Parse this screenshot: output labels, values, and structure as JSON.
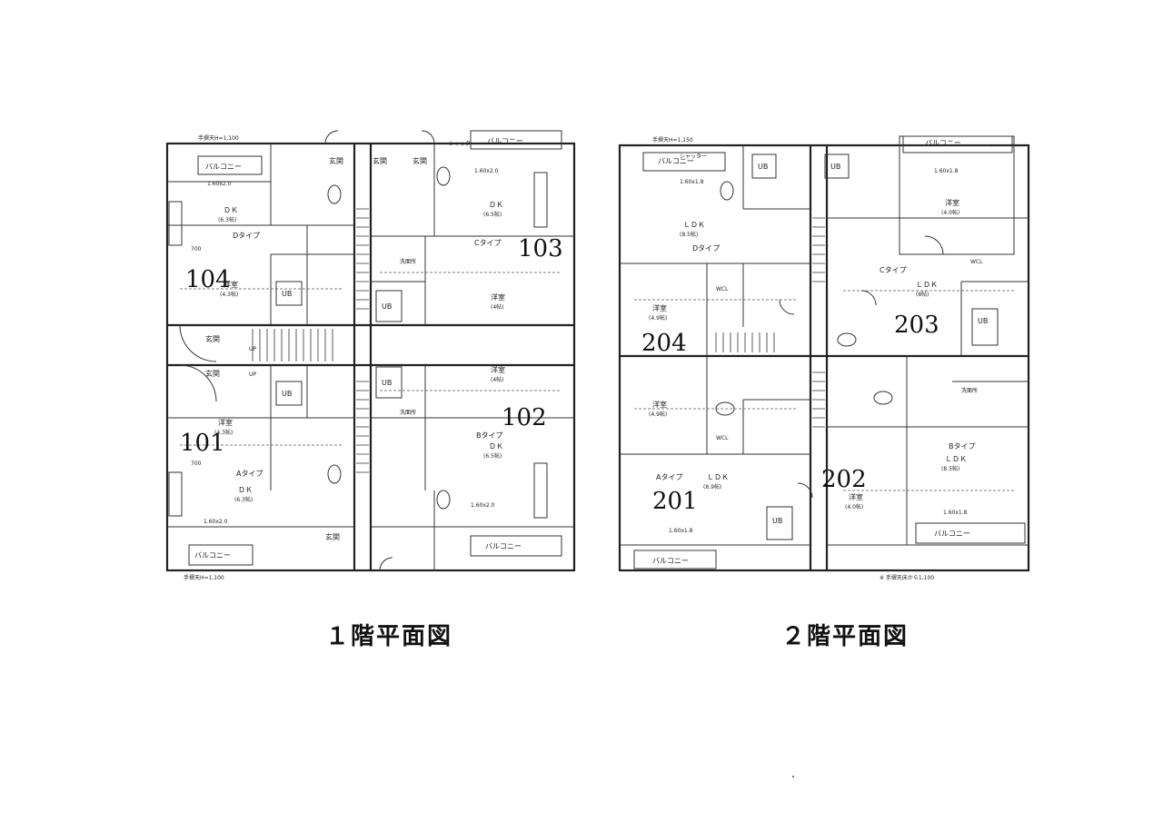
{
  "floor1": {
    "caption": "１階平面図",
    "units": [
      {
        "no": "104",
        "type": "Dタイプ"
      },
      {
        "no": "103",
        "type": "Cタイプ"
      },
      {
        "no": "101",
        "type": "Aタイプ"
      },
      {
        "no": "102",
        "type": "Bタイプ"
      }
    ],
    "labels": {
      "ceiling_top": "手摺天H=1,100",
      "ceiling_bottom": "手摺天H=1,100",
      "balcony_tl": "バルコニー",
      "balcony_tr": "バルコニー",
      "balcony_bl": "バルコニー",
      "balcony_br": "バルコニー",
      "entrance_1": "玄関",
      "entrance_2": "玄関",
      "entrance_3": "玄関",
      "entrance_4": "玄関",
      "entrance_5": "玄関",
      "entrance_6": "玄関",
      "dk_d": "ＤＫ",
      "dk_d_size": "(6.3帖)",
      "dk_c": "ＤＫ",
      "dk_c_size": "(6.5帖)",
      "dk_a": "ＤＫ",
      "dk_a_size": "(6.3帖)",
      "dk_b": "ＤＫ",
      "dk_b_size": "(6.5帖)",
      "room_d": "洋室",
      "room_d_size": "(4.3帖)",
      "room_c": "洋室",
      "room_c_size": "(4帖)",
      "room_a": "洋室",
      "room_a_size": "(4.3帖)",
      "room_b": "洋室",
      "room_b_size": "(4帖)",
      "ub": "UB",
      "washroom": "洗面所",
      "shutter": "シャッター",
      "window_1": "1.60x2.0",
      "window_2": "1.60x2.0",
      "window_3": "1.60x2.0",
      "window_4": "1.60x2.0",
      "dim_700_top": "700",
      "dim_700_bottom": "700",
      "up": "UP"
    }
  },
  "floor2": {
    "caption": "２階平面図",
    "units": [
      {
        "no": "204",
        "type": "Dタイプ"
      },
      {
        "no": "203",
        "type": "Cタイプ"
      },
      {
        "no": "201",
        "type": "Aタイプ"
      },
      {
        "no": "202",
        "type": "Bタイプ"
      }
    ],
    "labels": {
      "ceiling_top": "手摺天H=1,150",
      "ceiling_bottom": "※ 手摺天床から1,100",
      "balcony_tl": "バルコニー",
      "balcony_tr": "バルコニー",
      "balcony_bl": "バルコニー",
      "balcony_br": "バルコニー",
      "ldk_d": "ＬＤＫ",
      "ldk_d_size": "(8.5帖)",
      "ldk_c": "ＬＤＫ",
      "ldk_c_size": "(8帖)",
      "ldk_a": "ＬＤＫ",
      "ldk_a_size": "(8.9帖)",
      "ldk_b": "ＬＤＫ",
      "ldk_b_size": "(8.5帖)",
      "room_d": "洋室",
      "room_d_size": "(4.9帖)",
      "room_c": "洋室",
      "room_c_size": "(4.0帖)",
      "room_a": "洋室",
      "room_a_size": "(4.9帖)",
      "room_b": "洋室",
      "room_b_size": "(4.0帖)",
      "ub": "UB",
      "washroom": "洗面所",
      "shutter": "シャッター",
      "wcl": "WCL",
      "window_1": "1.60x1.8",
      "window_2": "1.60x1.8",
      "window_3": "1.60x1.8",
      "window_4": "1.60x1.8"
    }
  },
  "footer_mark": "·"
}
